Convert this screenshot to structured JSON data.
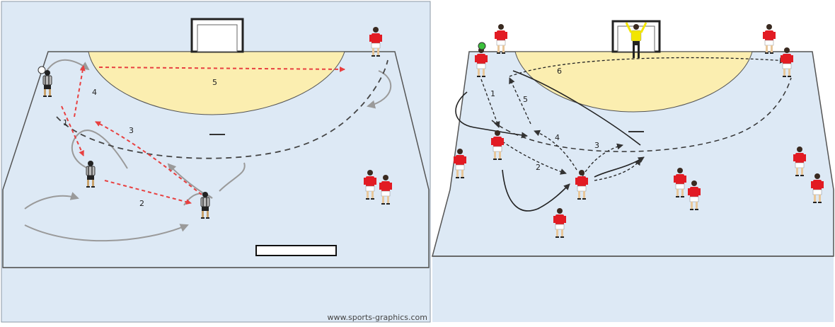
{
  "left_panel": {
    "watermark": "www.sports-graphics.com",
    "play_numbers": [
      "1",
      "2",
      "3",
      "4",
      "5"
    ]
  },
  "right_panel": {
    "play_numbers": [
      "1",
      "2",
      "3",
      "4",
      "5",
      "6"
    ]
  },
  "colors": {
    "court_blue": "#dde9f5",
    "goal_area_yellow": "#fbeeb0",
    "attack_red": "#e21b23",
    "defender_dark": "#3a3a3a",
    "goalkeeper_yellow": "#f2e500",
    "pass_red": "#e84040"
  }
}
